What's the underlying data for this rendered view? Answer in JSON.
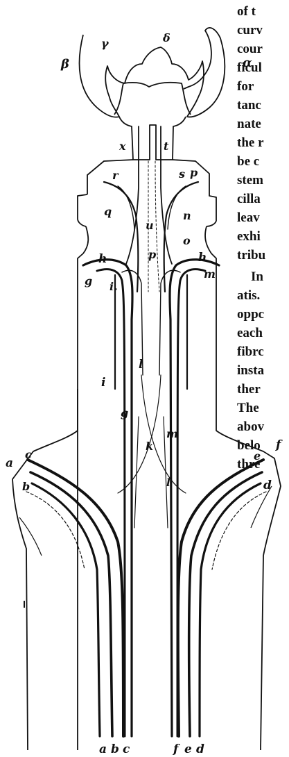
{
  "figure": {
    "ink_color": "#111111",
    "paper_color": "#ffffff",
    "top_labels": {
      "alpha": "α",
      "beta": "β",
      "gamma": "γ",
      "delta": "δ"
    },
    "stem_labels": {
      "x": "x",
      "t": "t",
      "r": "r",
      "s": "s",
      "p_upper": "p",
      "q": "q",
      "n": "n",
      "u": "u",
      "o": "o",
      "p_mid": "p",
      "h_left": "h",
      "h_right": "h",
      "g_left": "g",
      "i_upper": "i.",
      "m_right": "m",
      "i_lower": "i",
      "l": "l",
      "g_lower": "g",
      "k": "k",
      "m_lower": "m",
      "l_lower": "l"
    },
    "base_labels": {
      "a_left": "a",
      "c_left": "c",
      "b_left": "b",
      "e_right": "e",
      "f_right": "f",
      "d_right": "d",
      "bottom": [
        "a",
        "b",
        "c",
        "f",
        "e",
        "d"
      ]
    }
  },
  "text_column": {
    "lines": [
      "of t",
      "curv",
      "cour",
      "ficul",
      "for",
      "tanc",
      "nate",
      "the r",
      "be c",
      "stem",
      "cilla",
      "leav",
      "exhi",
      "tribu",
      "In",
      "atis.",
      "oppc",
      "each",
      "fibrc",
      "insta",
      "ther",
      "The",
      "abov",
      "belo",
      "thre"
    ]
  }
}
